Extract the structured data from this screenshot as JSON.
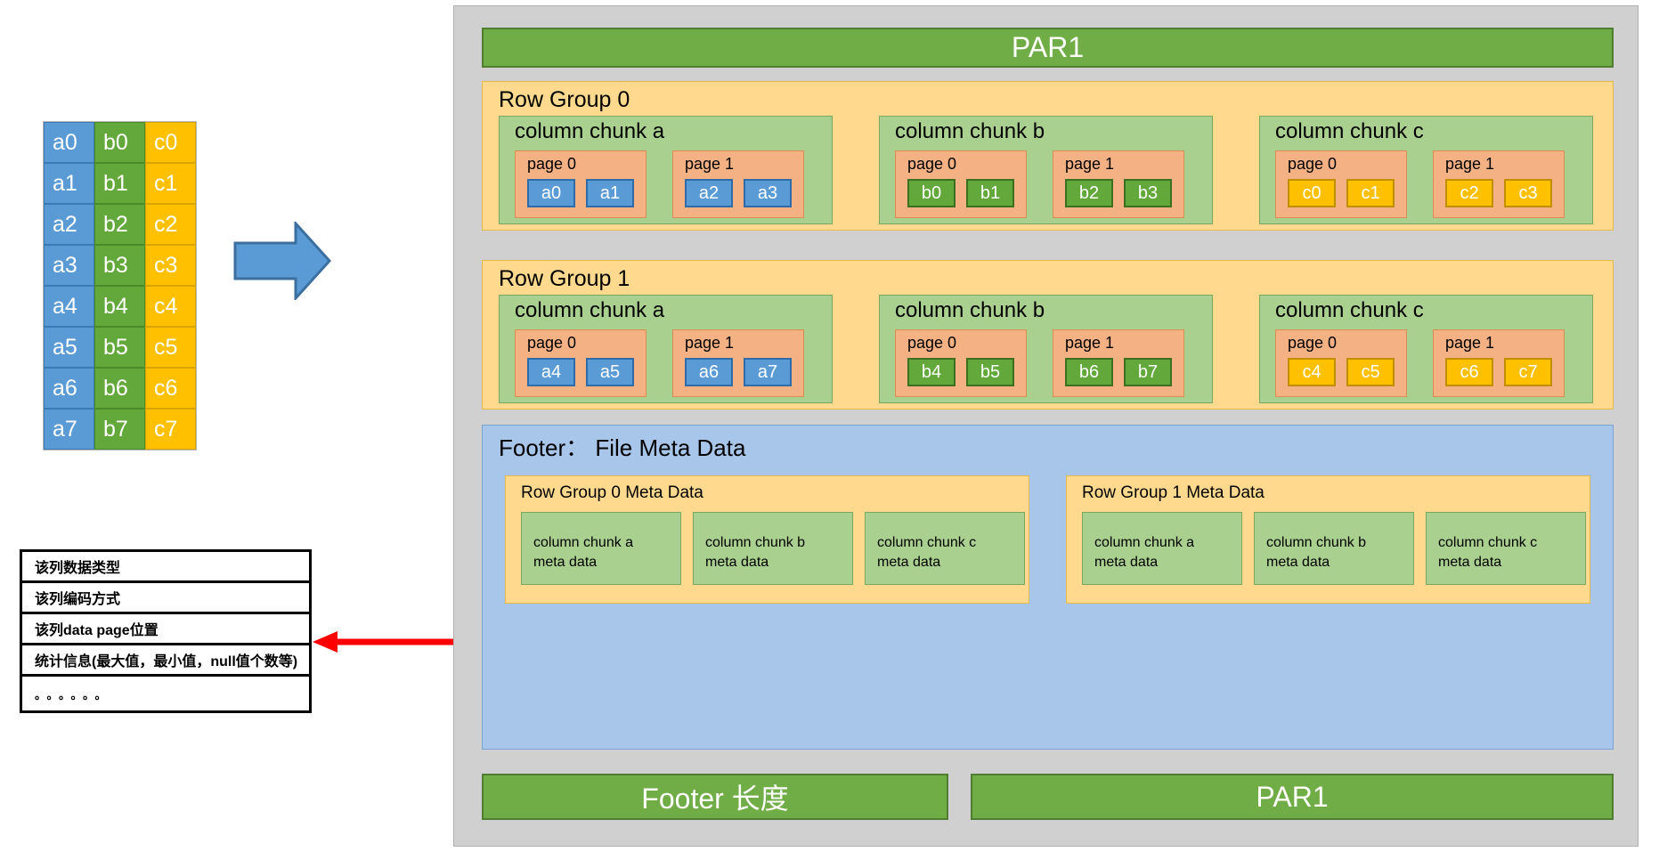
{
  "source_table": {
    "columns": [
      {
        "name": "a",
        "color": "#5b9bd5",
        "cells": [
          "a0",
          "a1",
          "a2",
          "a3",
          "a4",
          "a5",
          "a6",
          "a7"
        ]
      },
      {
        "name": "b",
        "color": "#63a83b",
        "cells": [
          "b0",
          "b1",
          "b2",
          "b3",
          "b4",
          "b5",
          "b6",
          "b7"
        ]
      },
      {
        "name": "c",
        "color": "#ffc000",
        "cells": [
          "c0",
          "c1",
          "c2",
          "c3",
          "c4",
          "c5",
          "c6",
          "c7"
        ]
      }
    ]
  },
  "meta_legend": {
    "rows": [
      "该列数据类型",
      "该列编码方式",
      "该列data page位置",
      "统计信息(最大值，最小值，null值个数等)",
      "。。。。。。"
    ]
  },
  "parquet": {
    "magic_top": "PAR1",
    "footer_length_label": "Footer 长度",
    "magic_bottom": "PAR1",
    "row_groups": [
      {
        "title": "Row Group 0",
        "chunks": [
          {
            "title": "column chunk a",
            "value_style": "a",
            "pages": [
              {
                "title": "page 0",
                "values": [
                  "a0",
                  "a1"
                ]
              },
              {
                "title": "page 1",
                "values": [
                  "a2",
                  "a3"
                ]
              }
            ]
          },
          {
            "title": "column chunk b",
            "value_style": "b",
            "pages": [
              {
                "title": "page 0",
                "values": [
                  "b0",
                  "b1"
                ]
              },
              {
                "title": "page 1",
                "values": [
                  "b2",
                  "b3"
                ]
              }
            ]
          },
          {
            "title": "column chunk c",
            "value_style": "c",
            "pages": [
              {
                "title": "page 0",
                "values": [
                  "c0",
                  "c1"
                ]
              },
              {
                "title": "page 1",
                "values": [
                  "c2",
                  "c3"
                ]
              }
            ]
          }
        ]
      },
      {
        "title": "Row Group 1",
        "chunks": [
          {
            "title": "column chunk a",
            "value_style": "a",
            "pages": [
              {
                "title": "page 0",
                "values": [
                  "a4",
                  "a5"
                ]
              },
              {
                "title": "page 1",
                "values": [
                  "a6",
                  "a7"
                ]
              }
            ]
          },
          {
            "title": "column chunk b",
            "value_style": "b",
            "pages": [
              {
                "title": "page 0",
                "values": [
                  "b4",
                  "b5"
                ]
              },
              {
                "title": "page 1",
                "values": [
                  "b6",
                  "b7"
                ]
              }
            ]
          },
          {
            "title": "column chunk c",
            "value_style": "c",
            "pages": [
              {
                "title": "page 0",
                "values": [
                  "c4",
                  "c5"
                ]
              },
              {
                "title": "page 1",
                "values": [
                  "c6",
                  "c7"
                ]
              }
            ]
          }
        ]
      }
    ],
    "footer": {
      "title": "Footer： File Meta Data",
      "row_group_meta": [
        {
          "title": "Row Group 0 Meta Data",
          "chunks": [
            "column chunk a\nmeta data",
            "column chunk b\nmeta data",
            "column chunk c\nmeta data"
          ]
        },
        {
          "title": "Row Group 1 Meta Data",
          "chunks": [
            "column chunk a\nmeta data",
            "column chunk b\nmeta data",
            "column chunk c\nmeta data"
          ]
        }
      ]
    }
  },
  "colors": {
    "panel_bg": "#d0d0d0",
    "magic_green": "#70ad47",
    "row_group_orange": "#ffd98e",
    "column_chunk_green": "#a9d08e",
    "page_salmon": "#f4b183",
    "footer_blue": "#a8c6ea",
    "blue_arrow": "#5b9bd5",
    "red_arrow": "#ff0000"
  },
  "arrows": {
    "transform_arrow": "blue-right-arrow",
    "pointer_arrow": "red-left-arrow"
  }
}
